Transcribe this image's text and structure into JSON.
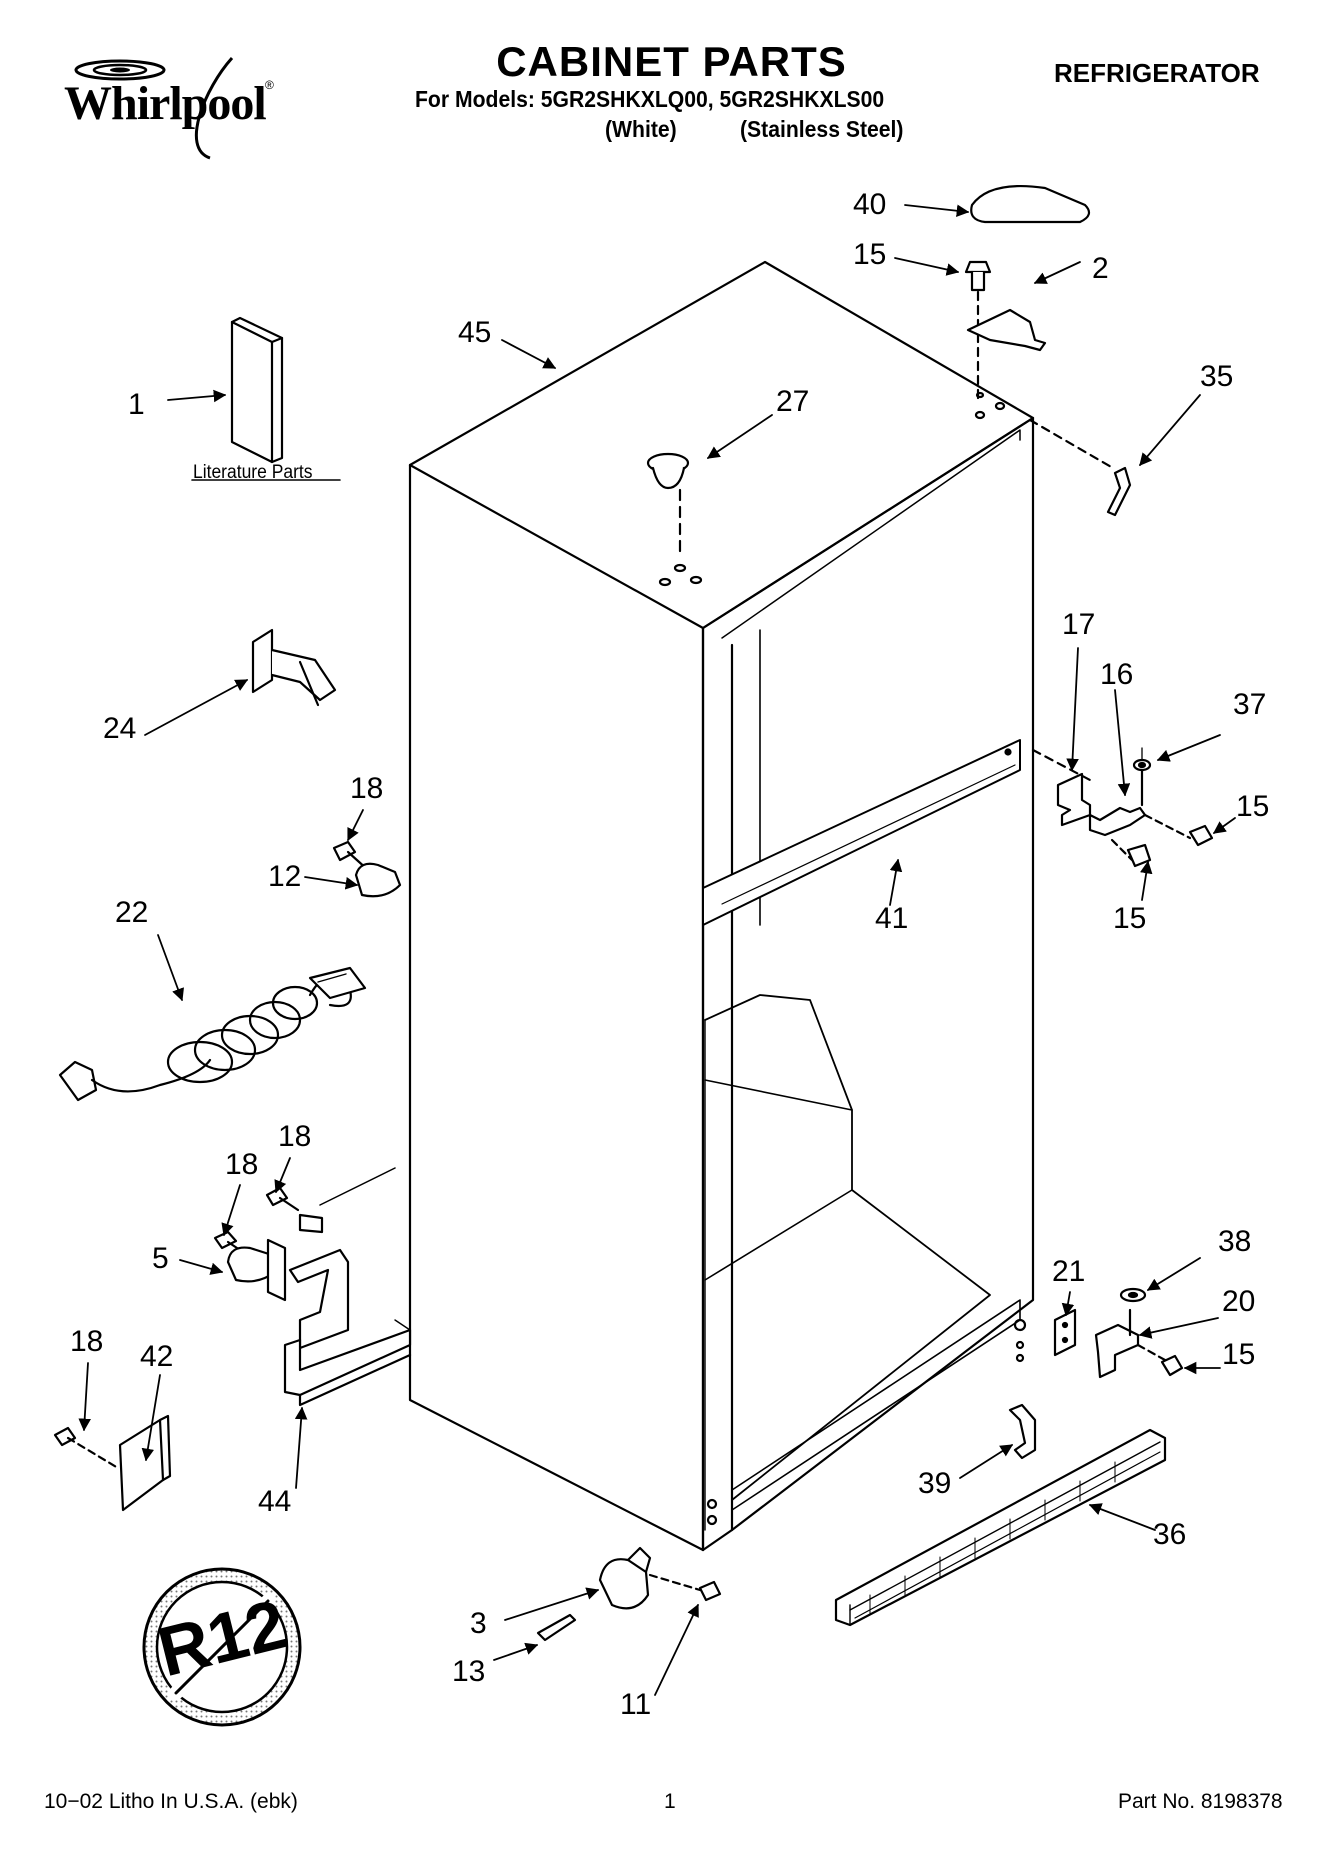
{
  "brand": {
    "name": "Whirlpool",
    "trademark": "®"
  },
  "header": {
    "title": "CABINET PARTS",
    "models_line": "For Models: 5GR2SHKXLQ00, 5GR2SHKXLS00",
    "variant_1": "(White)",
    "variant_2": "(Stainless Steel)",
    "category": "REFRIGERATOR"
  },
  "literature_label": "Literature Parts",
  "badge": {
    "text": "R12",
    "meaning": "no-R12-prohibition-badge"
  },
  "callouts": [
    "40",
    "15",
    "2",
    "45",
    "27",
    "35",
    "1",
    "17",
    "16",
    "37",
    "24",
    "15",
    "18",
    "12",
    "41",
    "15",
    "22",
    "18",
    "18",
    "21",
    "38",
    "5",
    "20",
    "42",
    "18",
    "15",
    "44",
    "39",
    "36",
    "3",
    "13",
    "11"
  ],
  "footer": {
    "litho": "10−02 Litho In U.S.A. (ebk)",
    "page": "1",
    "part_no": "Part No. 8198378"
  }
}
